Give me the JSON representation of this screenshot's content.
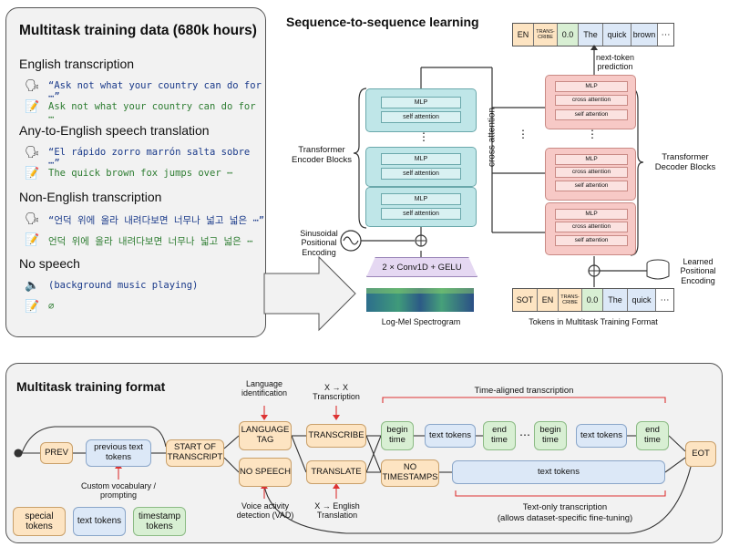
{
  "data_panel": {
    "title": "Multitask training data (680k hours)",
    "sections": [
      {
        "heading": "English transcription",
        "speech": "“Ask not what your country can do for ⋯”",
        "text": "Ask not what your country can do for ⋯"
      },
      {
        "heading": "Any-to-English speech translation",
        "speech": "“El rápido zorro marrón salta sobre ⋯”",
        "text": "The quick brown fox jumps over ⋯"
      },
      {
        "heading": "Non-English transcription",
        "speech": "“언덕 위에 올라 내려다보면 너무나 넓고 넓은 ⋯”",
        "text": "언덕 위에 올라 내려다보면 너무나 넓고 넓은 ⋯"
      },
      {
        "heading": "No speech",
        "speech": "(background music playing)",
        "text": "∅"
      }
    ]
  },
  "seq2seq": {
    "title": "Sequence-to-sequence learning",
    "output_tokens": [
      "EN",
      "TRANS-CRIBE",
      "0.0",
      "The",
      "quick",
      "brown",
      "⋯"
    ],
    "input_tokens": [
      "SOT",
      "EN",
      "TRANS-CRIBE",
      "0.0",
      "The",
      "quick",
      "⋯"
    ],
    "next_token_label": "next-token prediction",
    "encoder_label": "Transformer Encoder Blocks",
    "decoder_label": "Transformer Decoder Blocks",
    "cross_attention_label": "cross attention",
    "mlp": "MLP",
    "self_attention": "self attention",
    "cross_attention_block": "cross attention",
    "positional_label": "Sinusoidal Positional Encoding",
    "learned_label": "Learned Positional Encoding",
    "conv_label": "2 × Conv1D + GELU",
    "spectrogram_label": "Log-Mel Spectrogram",
    "tokens_caption": "Tokens in Multitask Training Format",
    "dots": "⋮",
    "hdots": "⋯"
  },
  "format_panel": {
    "title": "Multitask training format",
    "prev": "PREV",
    "previous_text_tokens": "previous text tokens",
    "custom_vocab": "Custom vocabulary / prompting",
    "start_of_transcript": "START OF TRANSCRIPT",
    "language_tag": "LANGUAGE TAG",
    "language_id": "Language identification",
    "no_speech": "NO SPEECH",
    "vad": "Voice activity detection (VAD)",
    "xx_transcription": "X → X Transcription",
    "transcribe": "TRANSCRIBE",
    "translate": "TRANSLATE",
    "x_english": "X → English Translation",
    "time_aligned": "Time-aligned transcription",
    "begin_time": "begin time",
    "text_tokens": "text tokens",
    "end_time": "end time",
    "ellipsis": "⋯",
    "no_timestamps": "NO TIMESTAMPS",
    "eot": "EOT",
    "text_only": "Text-only transcription",
    "text_only_sub": "(allows dataset-specific fine-tuning)",
    "legend": [
      "special tokens",
      "text tokens",
      "timestamp tokens"
    ]
  },
  "colors": {
    "encoder": "#bfe6e8",
    "decoder": "#f7c9c6",
    "special": "#fde4c2",
    "text": "#dce8f7",
    "timestamp": "#d8efd3"
  }
}
